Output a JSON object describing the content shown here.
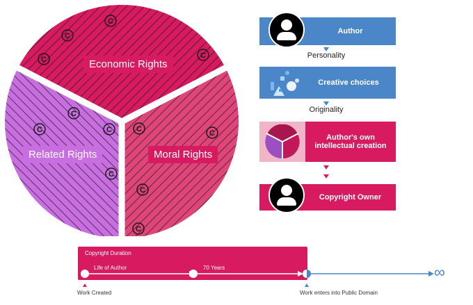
{
  "pie": {
    "economic_label": "Economic Rights",
    "related_label": "Related Rights",
    "moral_label": "Moral Rights",
    "colors": {
      "economic": "#d81b60",
      "related": "#c86ee0",
      "moral": "#e0457a",
      "pattern": "#1a1a1a"
    }
  },
  "flow": {
    "author": "Author",
    "personality": "Personality",
    "creative_choices": "Creative choices",
    "originality": "Originality",
    "creation": "Author's own intellectual creation",
    "owner": "Copyright Owner",
    "colors": {
      "blue": "#4a86c8",
      "pink": "#d81b60",
      "arrow_blue": "#4a86c8",
      "arrow_pink": "#d81b60"
    }
  },
  "timeline": {
    "title": "Copyright Duration",
    "life_label": "Life of Author",
    "years_label": "70 Years",
    "start_label": "Work Created",
    "end_label": "Work enters into Public Domain",
    "colors": {
      "bar": "#d81b60",
      "line": "#4a86c8"
    }
  }
}
